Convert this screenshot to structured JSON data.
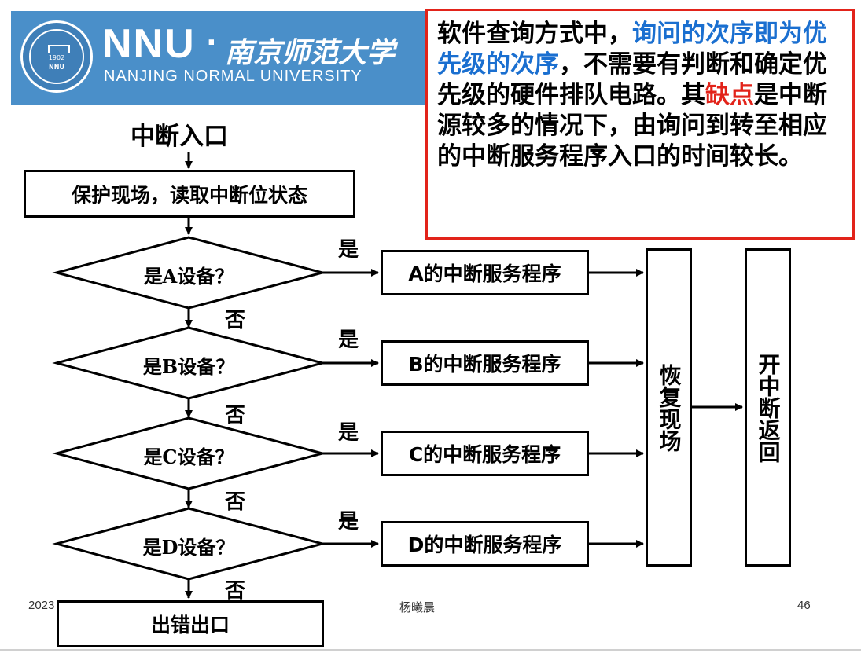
{
  "header": {
    "logo_abbr": "NNU",
    "logo_cn": "南京师范大学",
    "logo_en": "NANJING NORMAL UNIVERSITY",
    "seal_year": "1902",
    "seal_abbr": "NNU"
  },
  "note": {
    "part1": "软件查询方式中，",
    "highlight_blue": "询问的次序即为优先级的次序",
    "part2": "，不需要有判断和确定优先级的硬件排队电路。其",
    "highlight_red": "缺点",
    "part3": "是中断源较多的情况下，由询问到转至相应的中断服务程序入口的时间较长。"
  },
  "flow": {
    "entry": "中断入口",
    "save": "保护现场，读取中断位状态",
    "questions": [
      "是A设备？",
      "是B设备？",
      "是C设备？",
      "是D设备？"
    ],
    "services": [
      "A的中断服务程序",
      "B的中断服务程序",
      "C的中断服务程序",
      "D的中断服务程序"
    ],
    "yes": "是",
    "no": "否",
    "restore": "恢复现场",
    "enable_return": "开中断返回",
    "error_exit": "出错出口"
  },
  "footer": {
    "date": "2023",
    "author": "杨曦晨",
    "page": "46"
  },
  "colors": {
    "banner": "#4a8fc9",
    "note_border": "#e2231a",
    "highlight_blue": "#1a6fd0",
    "highlight_red": "#e2231a"
  }
}
